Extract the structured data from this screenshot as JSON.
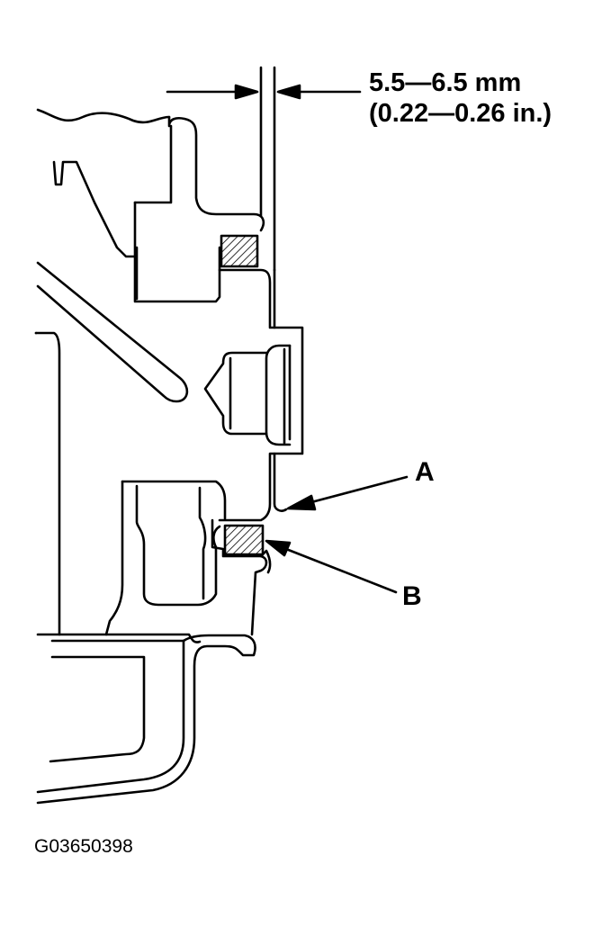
{
  "dimension": {
    "metric": "5.5—6.5 mm",
    "imperial": "(0.22—0.26 in.)"
  },
  "callouts": {
    "a": "A",
    "b": "B"
  },
  "figure_code": "G03650398"
}
